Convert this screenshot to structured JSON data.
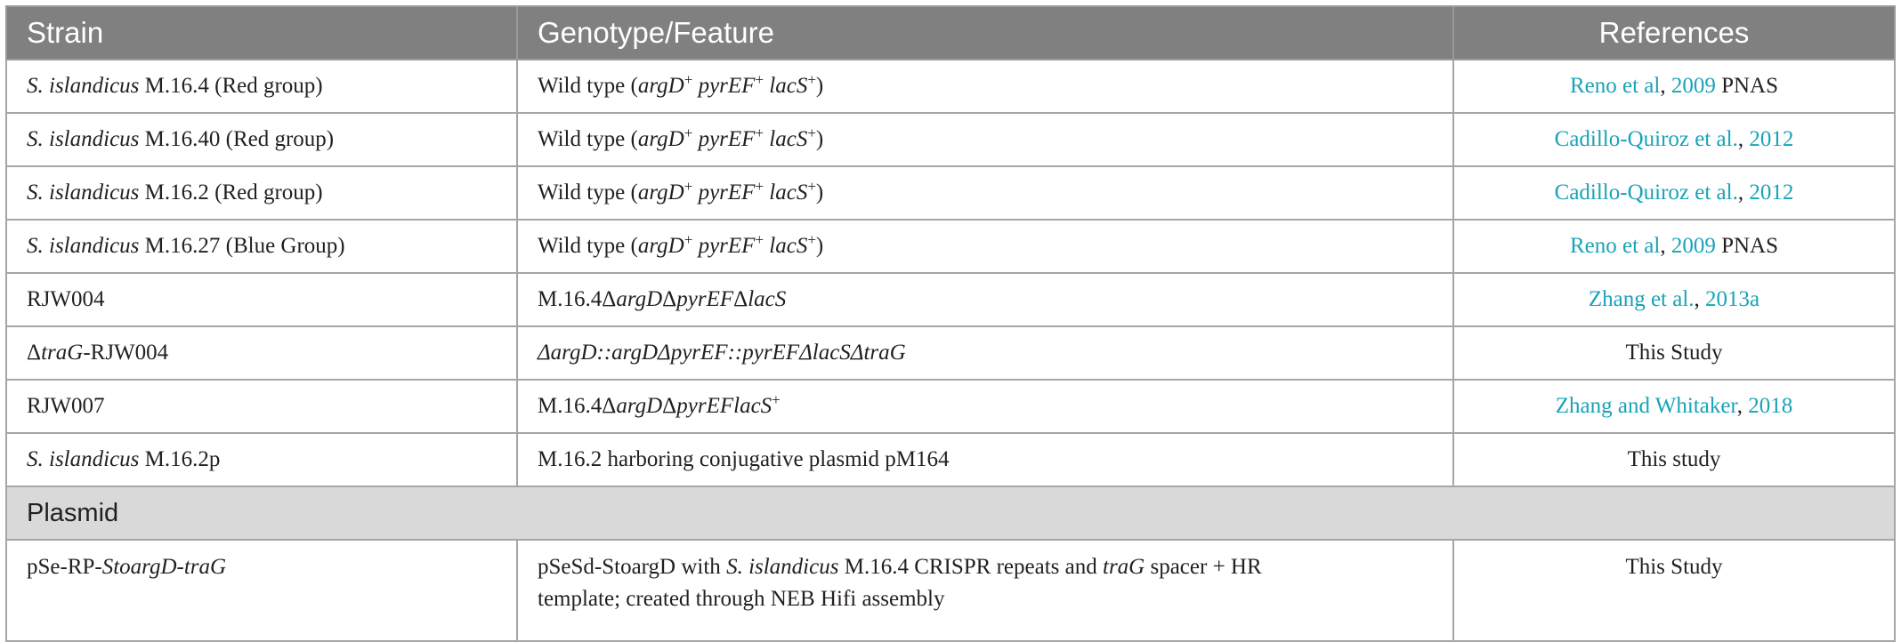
{
  "header": {
    "strain": "Strain",
    "genotype": "Genotype/Feature",
    "references": "References"
  },
  "rows": [
    {
      "strain_it": "S. islandicus",
      "strain_rest": " M.16.4 (Red group)",
      "geno_pre": "Wild type (",
      "geno_close": ")",
      "ref_a": "Reno et al",
      "ref_sep": ", ",
      "ref_year": "2009",
      "ref_tail": " PNAS"
    },
    {
      "strain_it": "S. islandicus",
      "strain_rest": " M.16.40 (Red group)",
      "geno_pre": "Wild type (",
      "geno_close": ")",
      "ref_a": "Cadillo-Quiroz et al.",
      "ref_sep": ", ",
      "ref_year": "2012"
    },
    {
      "strain_it": "S. islandicus",
      "strain_rest": " M.16.2 (Red group)",
      "geno_pre": "Wild type (",
      "geno_close": ")",
      "ref_a": "Cadillo-Quiroz et al.",
      "ref_sep": ", ",
      "ref_year": "2012"
    },
    {
      "strain_it": "S. islandicus",
      "strain_rest": " M.16.27 (Blue Group)",
      "geno_pre": "Wild type (",
      "geno_close": ")",
      "ref_a": "Reno et al",
      "ref_sep": ", ",
      "ref_year": "2009",
      "ref_tail": " PNAS"
    },
    {
      "strain": "RJW004",
      "geno_pre": "M.16.4Δ",
      "g1": "argD",
      "delta": "Δ",
      "g2": "pyrEF",
      "delta2": "Δ",
      "g3": "lacS",
      "ref_a": "Zhang et al.",
      "ref_sep": ", ",
      "ref_year": "2013a"
    },
    {
      "strain_delta": "Δ",
      "strain_it": "traG",
      "strain_rest": "-RJW004",
      "geno": "ΔargD::argDΔpyrEF::pyrEFΔlacSΔtraG",
      "ref": "This Study"
    },
    {
      "strain": "RJW007",
      "geno_pre": "M.16.4Δ",
      "g1": "argD",
      "delta": "Δ",
      "g2": "pyrEFlacS",
      "sup": "+",
      "ref_a": "Zhang and Whitaker",
      "ref_sep": ", ",
      "ref_year": "2018"
    },
    {
      "strain_it": "S. islandicus",
      "strain_rest": " M.16.2p",
      "geno": "M.16.2 harboring conjugative plasmid pM164",
      "ref": "This study"
    }
  ],
  "wt": {
    "argD": "argD",
    "pyrEF": "pyrEF",
    "lacS": "lacS",
    "plus": "+"
  },
  "section_label": "Plasmid",
  "plasmid": {
    "name_pre": "pSe-RP-",
    "name_it": "StoargD-traG",
    "geno_a": "pSeSd-StoargD with ",
    "geno_it": "S. islandicus",
    "geno_b": " M.16.4 CRISPR repeats and ",
    "geno_it2": "traG",
    "geno_c": " spacer + HR",
    "geno_line2": "template; created through NEB Hifi assembly",
    "ref": "This Study"
  }
}
